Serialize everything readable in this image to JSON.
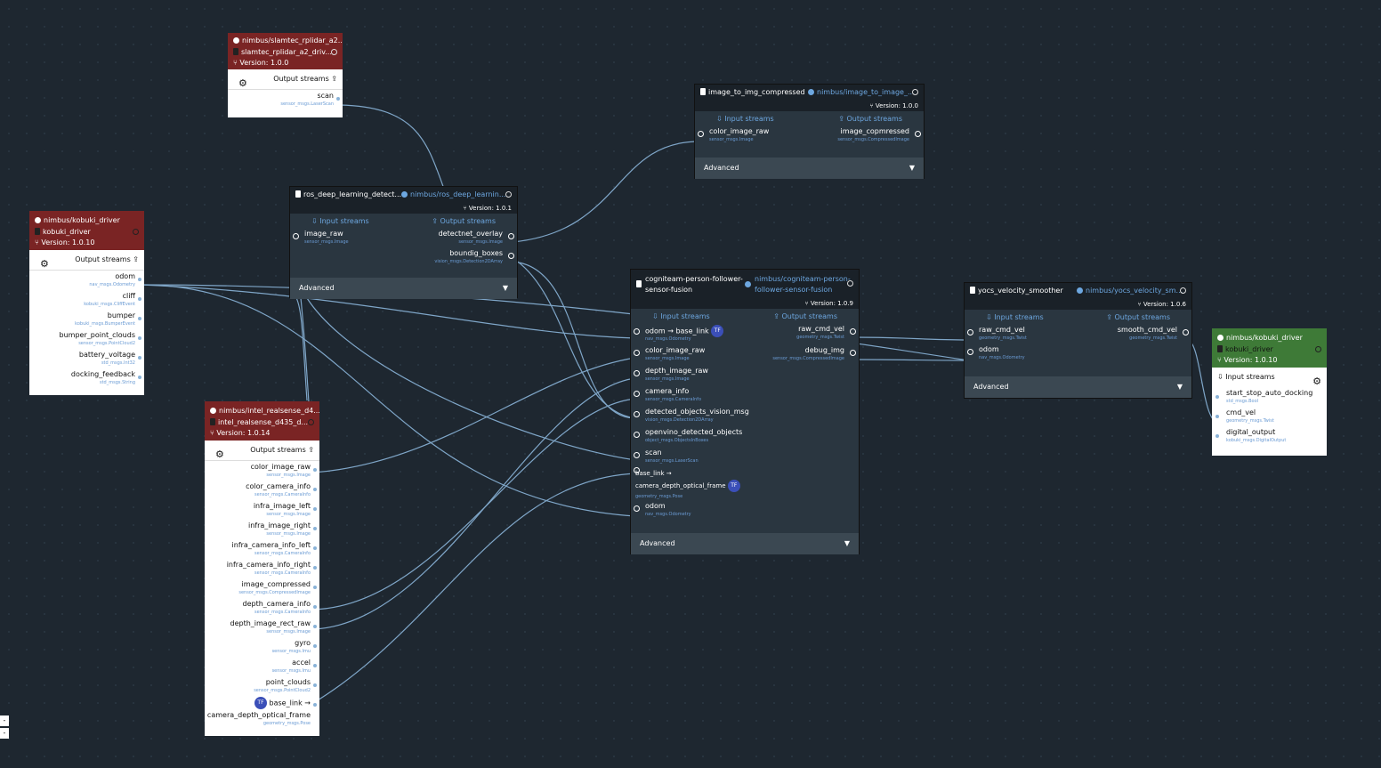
{
  "colors": {
    "canvas": "#1e2730",
    "wire": "#7fa6c8",
    "node_red": "#7a2424",
    "node_green": "#3e7a37",
    "node_dark": "#1a2128",
    "accent": "#6da7e0"
  },
  "labels": {
    "output_streams": "Output streams",
    "input_streams": "Input streams",
    "advanced": "Advanced",
    "tf": "TF"
  },
  "slamtec": {
    "title": "nimbus/slamtec_rplidar_a2...",
    "driver": "slamtec_rplidar_a2_driv...",
    "version": "Version: 1.0.0",
    "outputs": [
      {
        "name": "scan",
        "type": "sensor_msgs.LaserScan"
      }
    ]
  },
  "kobuki": {
    "title": "nimbus/kobuki_driver",
    "driver": "kobuki_driver",
    "version": "Version: 1.0.10",
    "outputs": [
      {
        "name": "odom",
        "type": "nav_msgs.Odometry"
      },
      {
        "name": "cliff",
        "type": "kobuki_msgs.CliffEvent"
      },
      {
        "name": "bumper",
        "type": "kobuki_msgs.BumperEvent"
      },
      {
        "name": "bumper_point_clouds",
        "type": "sensor_msgs.PointCloud2"
      },
      {
        "name": "battery_voltage",
        "type": "std_msgs.Int32"
      },
      {
        "name": "docking_feedback",
        "type": "std_msgs.String"
      }
    ]
  },
  "realsense": {
    "title": "nimbus/intel_realsense_d4...",
    "driver": "intel_realsense_d435_d...",
    "version": "Version: 1.0.14",
    "outputs": [
      {
        "name": "color_image_raw",
        "type": "sensor_msgs.Image"
      },
      {
        "name": "color_camera_info",
        "type": "sensor_msgs.CameraInfo"
      },
      {
        "name": "infra_image_left",
        "type": "sensor_msgs.Image"
      },
      {
        "name": "infra_image_right",
        "type": "sensor_msgs.Image"
      },
      {
        "name": "infra_camera_info_left",
        "type": "sensor_msgs.CameraInfo"
      },
      {
        "name": "infra_camera_info_right",
        "type": "sensor_msgs.CameraInfo"
      },
      {
        "name": "image_compressed",
        "type": "sensor_msgs.CompressedImage"
      },
      {
        "name": "depth_camera_info",
        "type": "sensor_msgs.CameraInfo"
      },
      {
        "name": "depth_image_rect_raw",
        "type": "sensor_msgs.Image"
      },
      {
        "name": "gyro",
        "type": "sensor_msgs.Imu"
      },
      {
        "name": "accel",
        "type": "sensor_msgs.Imu"
      },
      {
        "name": "point_clouds",
        "type": "sensor_msgs.PointCloud2"
      }
    ],
    "tf_line1": "base_link →",
    "tf_line2": "camera_depth_optical_frame",
    "tf_type": "geometry_msgs.Pose"
  },
  "rdl": {
    "title": "ros_deep_learning_detect...",
    "source": "nimbus/ros_deep_learnin...",
    "version": "Version: 1.0.1",
    "inputs": [
      {
        "name": "image_raw",
        "type": "sensor_msgs.Image"
      }
    ],
    "outputs": [
      {
        "name": "detectnet_overlay",
        "type": "sensor_msgs.Image"
      },
      {
        "name": "boundig_boxes",
        "type": "vision_msgs.Detection2DArray"
      }
    ]
  },
  "itic": {
    "title": "image_to_img_compressed",
    "source": "nimbus/image_to_image_...",
    "version": "Version: 1.0.0",
    "inputs": [
      {
        "name": "color_image_raw",
        "type": "sensor_msgs.Image"
      }
    ],
    "outputs": [
      {
        "name": "image_copmressed",
        "type": "sensor_msgs.CompressedImage"
      }
    ]
  },
  "cpf": {
    "title1": "cogniteam-person-follower-",
    "title2": "sensor-fusion",
    "source1": "nimbus/cogniteam-person-",
    "source2": "follower-sensor-fusion",
    "version": "Version: 1.0.9",
    "inputs": [
      {
        "name": "odom → base_link",
        "type": "nav_msgs.Odometry"
      },
      {
        "name": "color_image_raw",
        "type": "sensor_msgs.Image"
      },
      {
        "name": "depth_image_raw",
        "type": "sensor_msgs.Image"
      },
      {
        "name": "camera_info",
        "type": "sensor_msgs.CameraInfo"
      },
      {
        "name": "detected_objects_vision_msg",
        "type": "vision_msgs.Detection2DArray"
      },
      {
        "name": "openvino_detected_objects",
        "type": "object_msgs.ObjectsInBoxes"
      },
      {
        "name": "scan",
        "type": "sensor_msgs.LaserScan"
      }
    ],
    "tf_line1": "base_link →",
    "tf_line2": "camera_depth_optical_frame",
    "tf_type": "geometry_msgs.Pose",
    "odom": {
      "name": "odom",
      "type": "nav_msgs.Odometry"
    },
    "outputs": [
      {
        "name": "raw_cmd_vel",
        "type": "geometry_msgs.Twist"
      },
      {
        "name": "debug_img",
        "type": "sensor_msgs.CompressedImage"
      }
    ]
  },
  "yocs": {
    "title": "yocs_velocity_smoother",
    "source": "nimbus/yocs_velocity_sm...",
    "version": "Version: 1.0.6",
    "inputs": [
      {
        "name": "raw_cmd_vel",
        "type": "geometry_msgs.Twist"
      },
      {
        "name": "odom",
        "type": "nav_msgs.Odometry"
      }
    ],
    "outputs": [
      {
        "name": "smooth_cmd_vel",
        "type": "geometry_msgs.Twist"
      }
    ]
  },
  "kobuki_in": {
    "title": "nimbus/kobuki_driver",
    "driver": "kobuki_driver",
    "version": "Version: 1.0.10",
    "inputs": [
      {
        "name": "start_stop_auto_docking",
        "type": "std_msgs.Bool"
      },
      {
        "name": "cmd_vel",
        "type": "geometry_msgs.Twist"
      },
      {
        "name": "digital_output",
        "type": "kobuki_msgs.DigitalOutput"
      }
    ]
  },
  "side": {
    "a": "-",
    "b": "-"
  }
}
